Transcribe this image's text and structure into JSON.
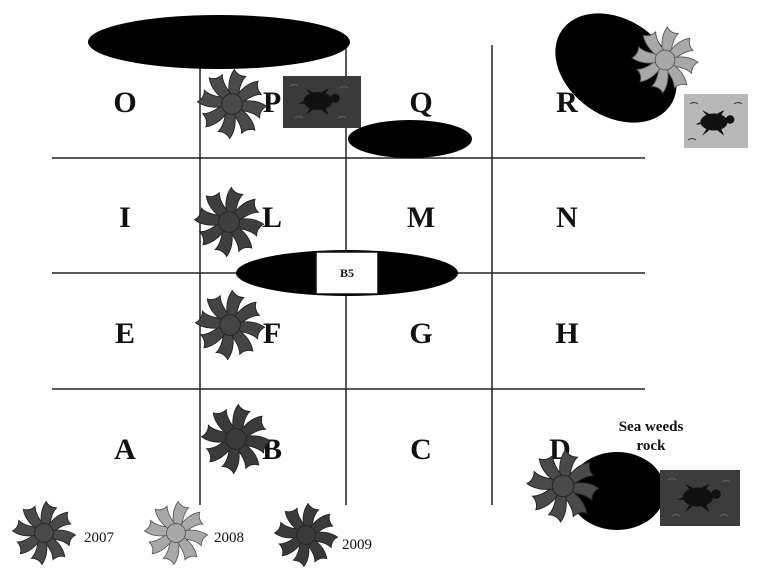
{
  "cells": {
    "O": "O",
    "P": "P",
    "Q": "Q",
    "R": "R",
    "I": "I",
    "L": "L",
    "M": "M",
    "N": "N",
    "E": "E",
    "F": "F",
    "G": "G",
    "H": "H",
    "A": "A",
    "B": "B",
    "C": "C",
    "D": "D"
  },
  "box_label": "B5",
  "rock_label": [
    "Sea weeds",
    "rock"
  ],
  "legend": [
    "2007",
    "2008",
    "2009"
  ],
  "colors": {
    "year_2007": "#4a4a4a",
    "year_2008": "#a8a8a8",
    "year_2009": "#3a3a3a",
    "rock": "#000000",
    "turtle_bg_dark": "#3c3c3c",
    "turtle_bg_light": "#b8b8b8"
  },
  "icons": [
    "starfish-icon",
    "turtle-icon",
    "rock-ellipse"
  ]
}
